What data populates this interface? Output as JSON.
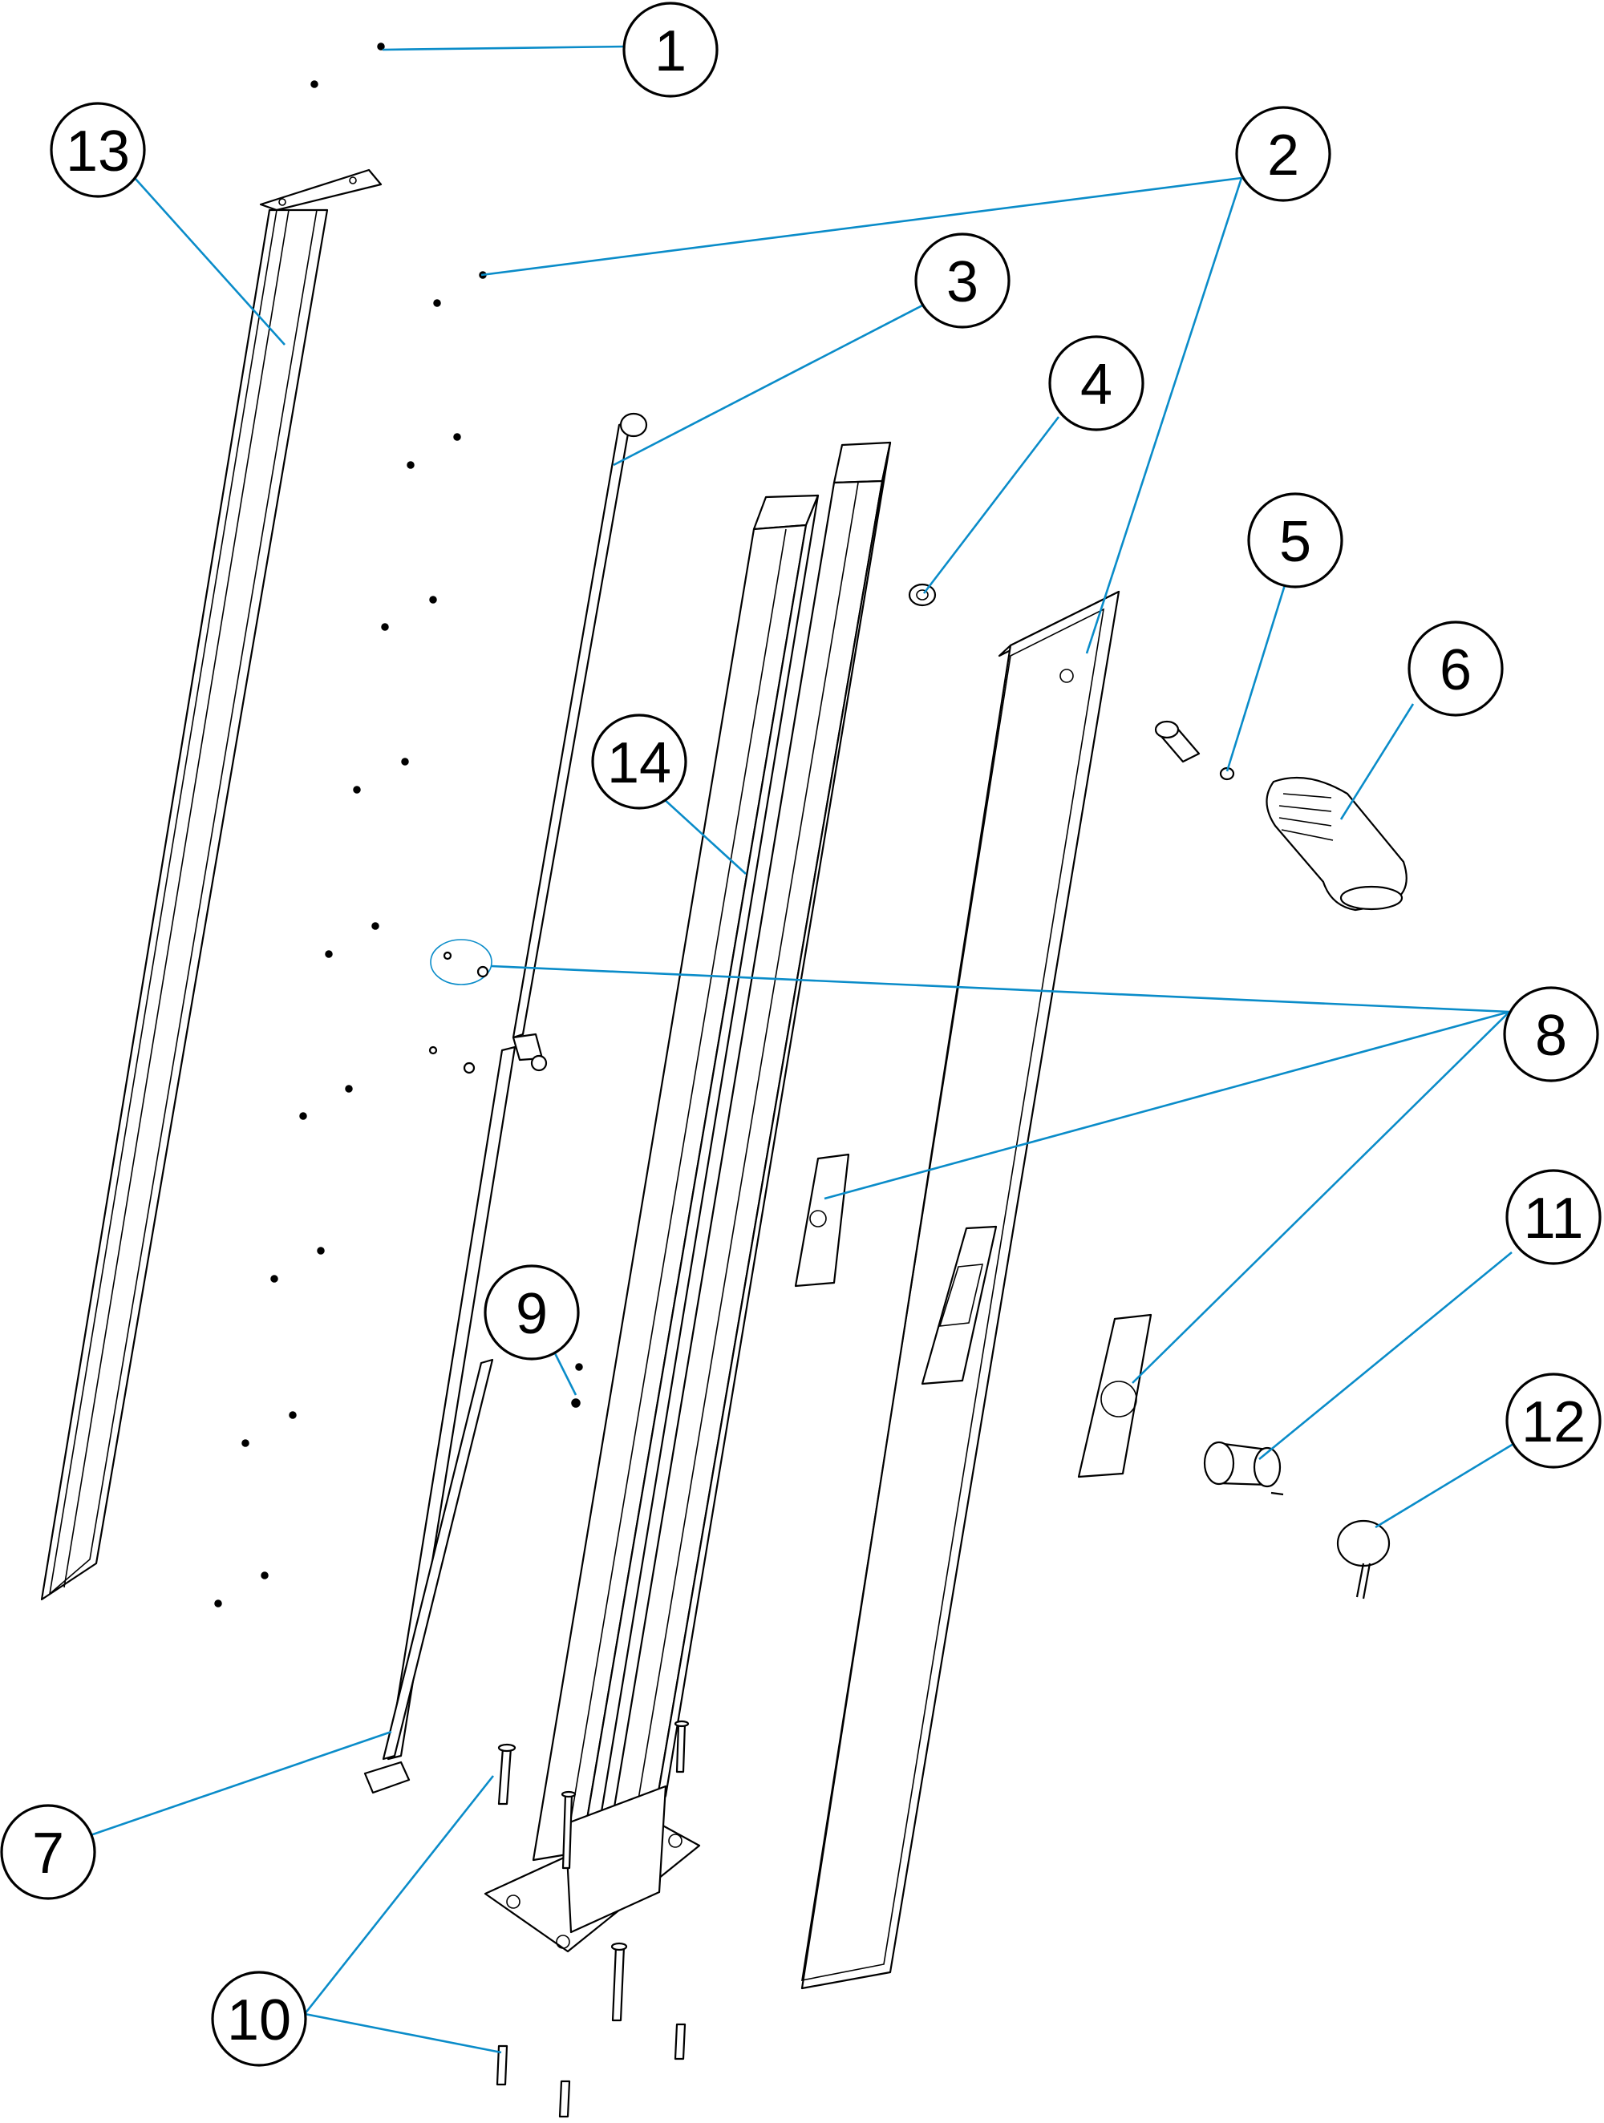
{
  "diagram": {
    "callouts": [
      {
        "label": "1"
      },
      {
        "label": "2"
      },
      {
        "label": "3"
      },
      {
        "label": "4"
      },
      {
        "label": "5"
      },
      {
        "label": "6"
      },
      {
        "label": "7"
      },
      {
        "label": "8"
      },
      {
        "label": "9"
      },
      {
        "label": "10"
      },
      {
        "label": "11"
      },
      {
        "label": "12"
      },
      {
        "label": "13"
      },
      {
        "label": "14"
      }
    ],
    "colors": {
      "leader_line": "#0a8cc9",
      "outline": "#000000",
      "background": "#ffffff"
    }
  }
}
